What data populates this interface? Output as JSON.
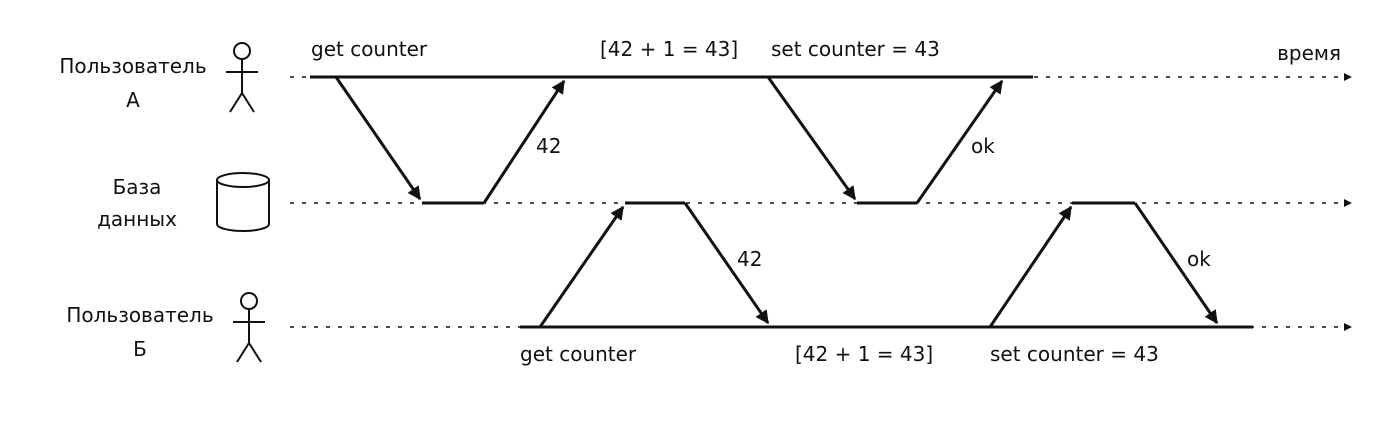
{
  "participants": {
    "user_a": {
      "line1": "Пользователь",
      "line2": "A"
    },
    "database": {
      "line1": "База",
      "line2": "данных"
    },
    "user_b": {
      "line1": "Пользователь",
      "line2": "Б"
    }
  },
  "time_label": "время",
  "user_a_steps": {
    "get": "get counter",
    "compute": "[42 + 1 = 43]",
    "set": "set counter = 43"
  },
  "user_b_steps": {
    "get": "get counter",
    "compute": "[42 + 1 = 43]",
    "set": "set counter = 43"
  },
  "responses": {
    "a_read": "42",
    "a_write": "ok",
    "b_read": "42",
    "b_write": "ok"
  },
  "colors": {
    "ink": "#111111",
    "background": "#ffffff"
  }
}
